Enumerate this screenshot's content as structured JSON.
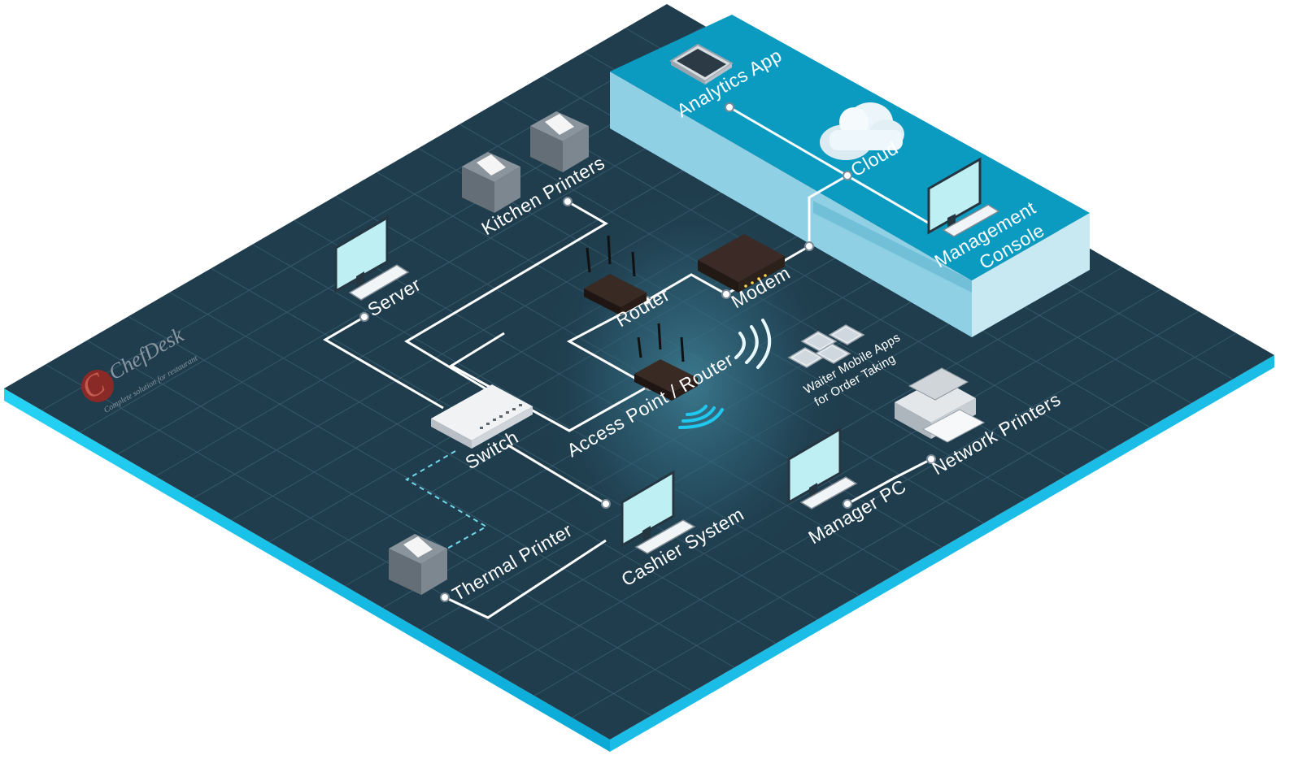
{
  "logo": {
    "name": "ChefDesk",
    "tagline": "Complete solution for restaurant"
  },
  "colors": {
    "board_top": "#1f3d4d",
    "board_edge": "#1ec8ef",
    "grid": "#3a6375",
    "cloud_platform_top": "#0a9ac0",
    "cloud_platform_side": "#7ec8df",
    "wire": "#ffffff",
    "screen": "#bdeff3"
  },
  "nodes": {
    "analytics_app": "Analytics App",
    "cloud": "Cloud",
    "management_console_line1": "Management",
    "management_console_line2": "Console",
    "kitchen_printers": "Kitchen Printers",
    "server": "Server",
    "router": "Router",
    "modem": "Modem",
    "access_point": "Access Point / Router",
    "waiter_apps_line1": "Waiter Mobile Apps",
    "waiter_apps_line2": "for Order Taking",
    "switch": "Switch",
    "network_printers": "Network Printers",
    "manager_pc": "Manager PC",
    "cashier_system": "Cashier System",
    "thermal_printer": "Thermal Printer"
  }
}
